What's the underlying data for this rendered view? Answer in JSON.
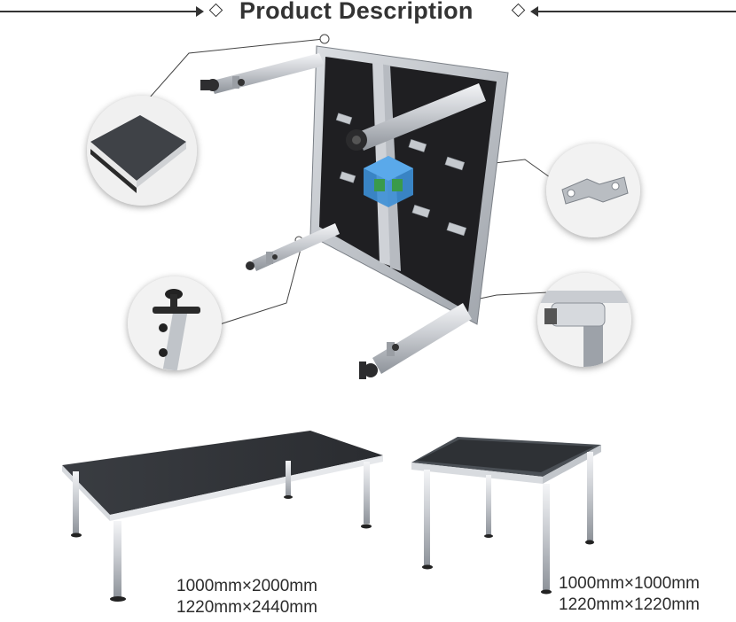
{
  "header": {
    "title": "Product Description",
    "accent_color": "#333333"
  },
  "sizes": {
    "large": [
      "1000mm×2000mm",
      "1220mm×2440mm"
    ],
    "small": [
      "1000mm×1000mm",
      "1220mm×1220mm"
    ]
  },
  "icons": {
    "logo": "cube-logo-icon"
  }
}
